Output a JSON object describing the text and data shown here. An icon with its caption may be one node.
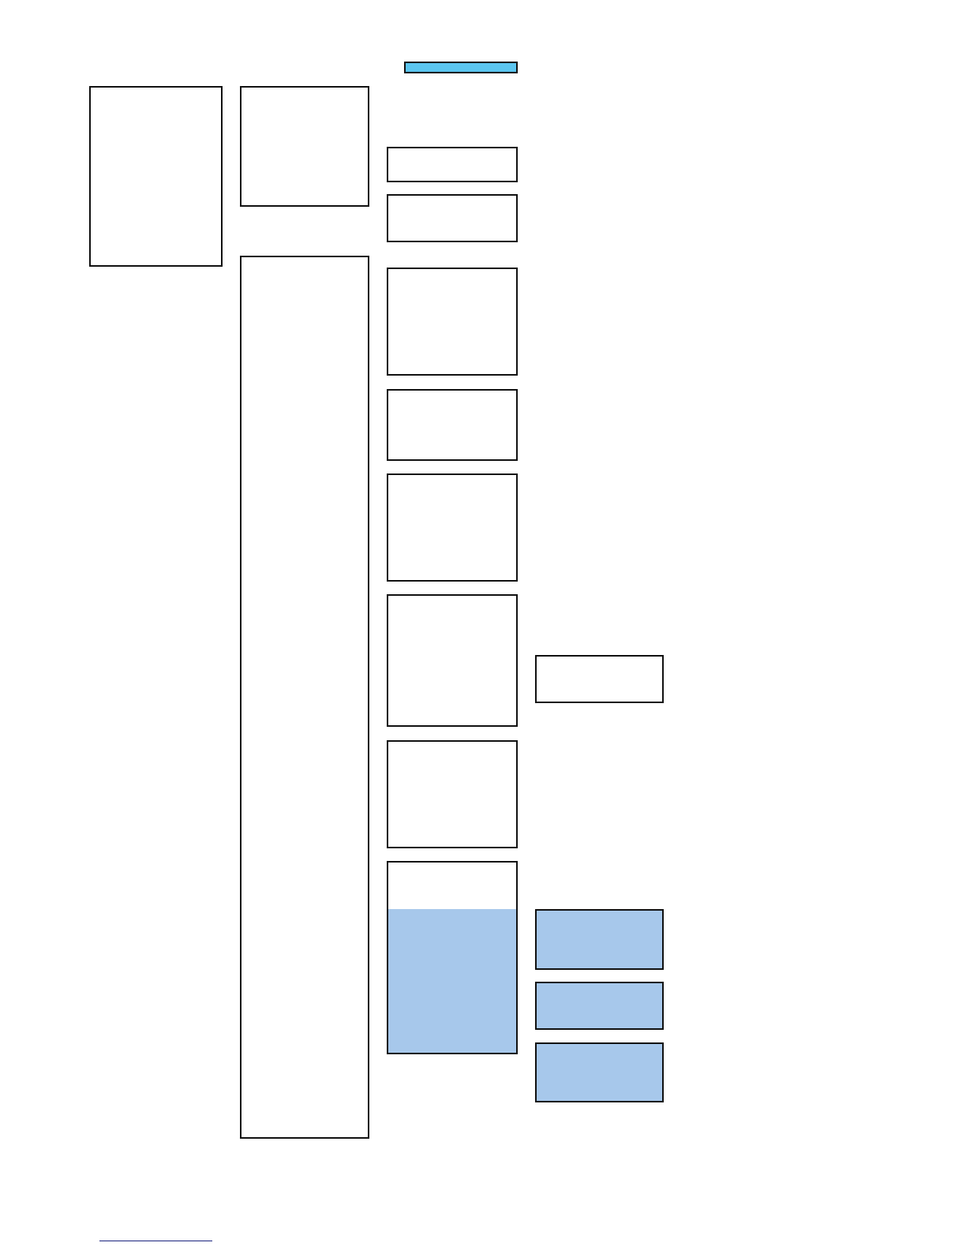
{
  "diagram": {
    "nodes": [
      {
        "text": [],
        "shape": "bar"
      },
      {
        "text": [],
        "shape": "box"
      },
      {
        "text": [],
        "shape": "box"
      },
      {
        "text": [],
        "shape": "box"
      },
      {
        "text": [],
        "shape": "box"
      },
      {
        "text": [],
        "shape": "box"
      },
      {
        "text": [],
        "shape": "box"
      },
      {
        "text": [],
        "shape": "box"
      },
      {
        "text": [],
        "shape": "box"
      },
      {
        "text": [],
        "shape": "box"
      },
      {
        "text": [],
        "shape": "box"
      },
      {
        "text": [],
        "shape": "box"
      },
      {
        "text": [],
        "shape": "box"
      },
      {
        "text": [],
        "shape": "box"
      },
      {
        "text": [],
        "shape": "box"
      },
      {
        "text": [],
        "shape": "box"
      }
    ]
  }
}
